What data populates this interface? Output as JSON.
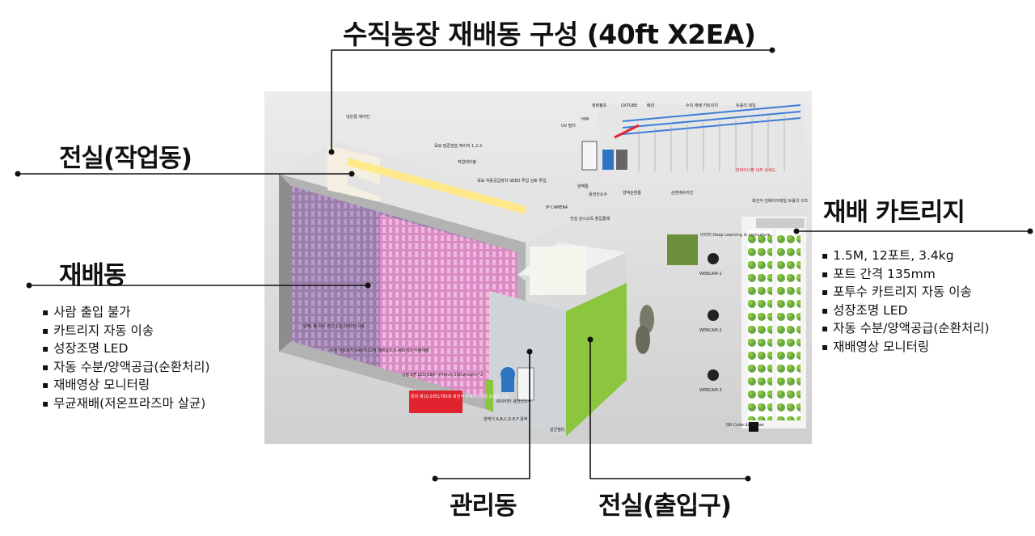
{
  "title": "수직농장 재배동 구성 (40ft X2EA)",
  "labels": {
    "jeonsil_work": "전실(작업동)",
    "jaebaedong": "재배동",
    "cartridge": "재배 카트리지",
    "gwanridong": "관리동",
    "jeonsil_entry": "전실(출입구)"
  },
  "jaebaedong_features": [
    "사람 출입 불가",
    "카트리지 자동 이송",
    "성장조명 LED",
    "자동 수분/양액공급(순환처리)",
    "재배영상 모니터링",
    "무균재배(저온프라즈마 살균)"
  ],
  "cartridge_features": [
    "1.5M, 12포트, 3.4kg",
    "포트 간격 135mm",
    "포투수 카트리지 자동 이송",
    "성장조명 LED",
    "자동 수분/양액공급(순환처리)",
    "재배영상 모니터링"
  ],
  "diagram_labels": {
    "aircon": "냉온풍 에어컨",
    "seedling_station": "육묘 발준방습 케이지 1,2,3",
    "worktable": "작업테이블",
    "seed_supply": "육묘 자동공급장치 SEED 투입 상토 투입",
    "ip_camera": "IP CAMERA",
    "disinfection": "전실 상시소독 출입통제",
    "nutrient_line": "양액, 물 회수 라인 1일 20리터 사용",
    "cartridge_count": "수직 카트리지 540개 12개 재배포트 6,480개의 식물재배",
    "led_spec": "성장조명 LED 680~740nm 300umol/m^2",
    "patent": "특허 제10-2051765호 회전식 컨베이어레일 트롤리 구조",
    "water_600": "650리터 용전산소수",
    "nutrient_tank": "양액기 A,B,C,D,E,F 용액",
    "sterilizer": "살균필터",
    "pump": "정량펌프",
    "hmi": "HMI",
    "uv_filter": "UV 필터",
    "oxtube": "OXTUBE",
    "pipe": "배관",
    "vertical_cartridge": "수직 재배 카트리지",
    "trolley_rail": "트롤리 레일",
    "nutrient_bottle": "양액통",
    "oxygen_water": "용전산소수",
    "nutrient_circ": "양액순환통",
    "circ_line": "순환배수라인",
    "container_detail": "컨테이너팜 내부 상세도",
    "rotating_conveyor": "회전식 컨베이어레일 트롤리 구조",
    "ai_image": "이미지 Deep Learning in agriculture",
    "webcam1": "WEBCAM-1",
    "webcam2": "WEBCAM-2",
    "webcam3": "WEBCAM-3",
    "qr": "QR Code database"
  },
  "colors": {
    "container_green": "#8cc63f",
    "led_pink": "#e8a0c8",
    "patent_red": "#e0232f"
  }
}
